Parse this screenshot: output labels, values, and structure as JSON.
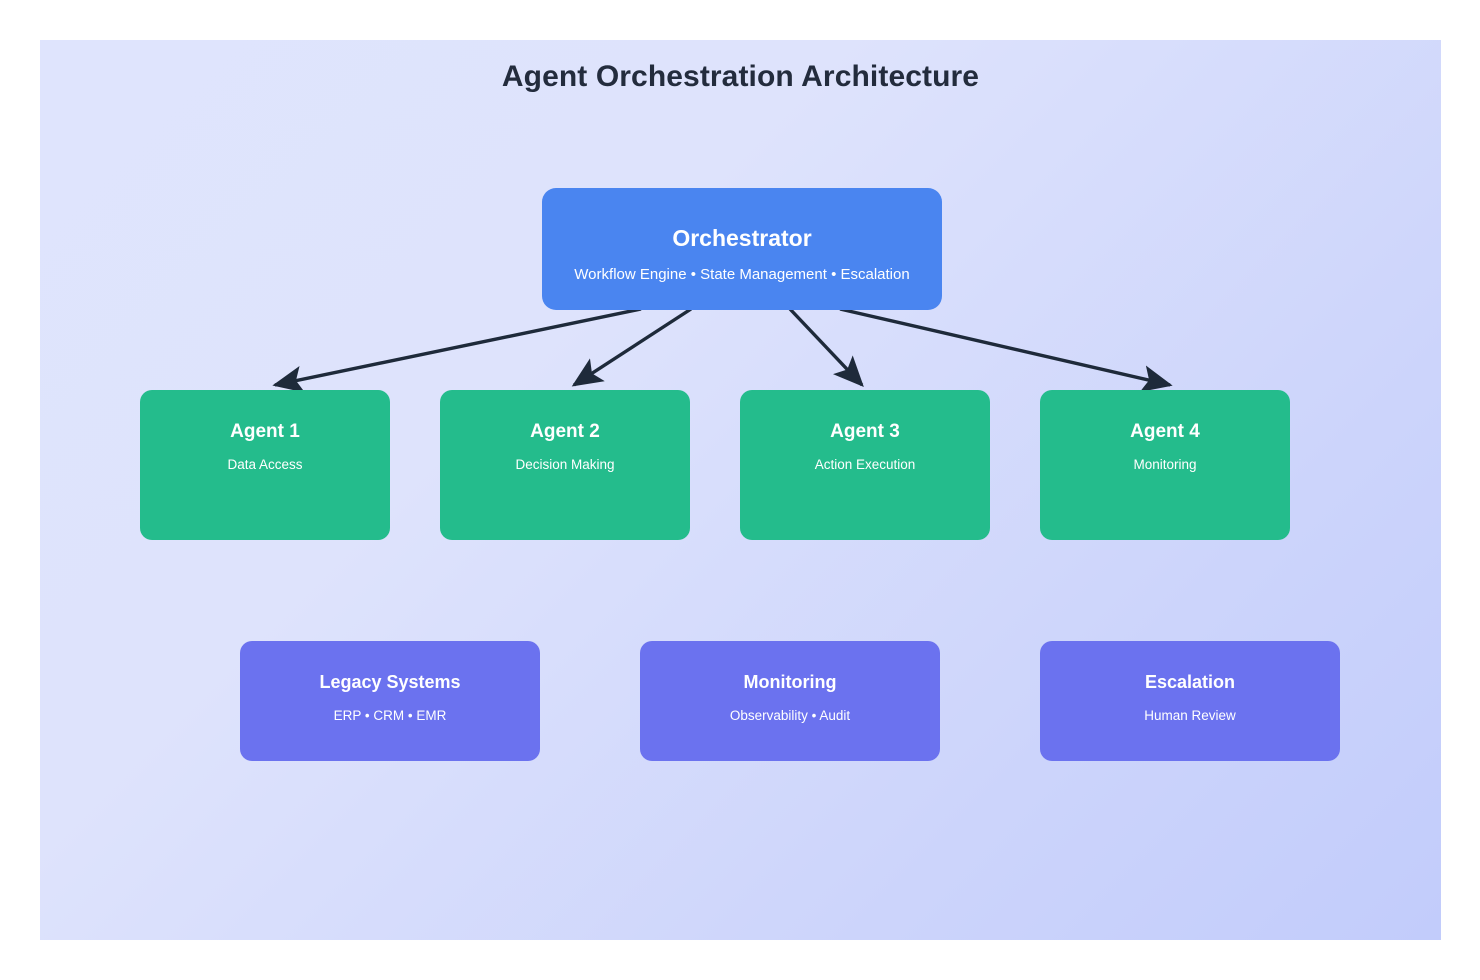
{
  "diagram": {
    "title": "Agent Orchestration Architecture",
    "type": "architecture-block-diagram",
    "canvas": {
      "background_gradient_from": "#dfe4fd",
      "background_gradient_to": "#c2ccfb",
      "page_background": "#ffffff"
    },
    "colors": {
      "orchestrator": "#4a85f0",
      "agent": "#24bc8c",
      "support": "#6b72ef",
      "connector": "#1e2a3a",
      "title_text": "#232c3d",
      "node_text": "#ffffff"
    }
  },
  "orchestrator": {
    "title": "Orchestrator",
    "subtitle": "Workflow Engine • State Management • Escalation"
  },
  "agents": [
    {
      "title": "Agent 1",
      "subtitle": "Data Access"
    },
    {
      "title": "Agent 2",
      "subtitle": "Decision Making"
    },
    {
      "title": "Agent 3",
      "subtitle": "Action Execution"
    },
    {
      "title": "Agent 4",
      "subtitle": "Monitoring"
    }
  ],
  "support_systems": [
    {
      "title": "Legacy Systems",
      "subtitle": "ERP • CRM • EMR"
    },
    {
      "title": "Monitoring",
      "subtitle": "Observability • Audit"
    },
    {
      "title": "Escalation",
      "subtitle": "Human Review"
    }
  ],
  "connections": [
    {
      "from": "Orchestrator",
      "to": "Agent 1",
      "style": "arrow"
    },
    {
      "from": "Orchestrator",
      "to": "Agent 2",
      "style": "arrow"
    },
    {
      "from": "Orchestrator",
      "to": "Agent 3",
      "style": "arrow"
    },
    {
      "from": "Orchestrator",
      "to": "Agent 4",
      "style": "arrow"
    }
  ]
}
